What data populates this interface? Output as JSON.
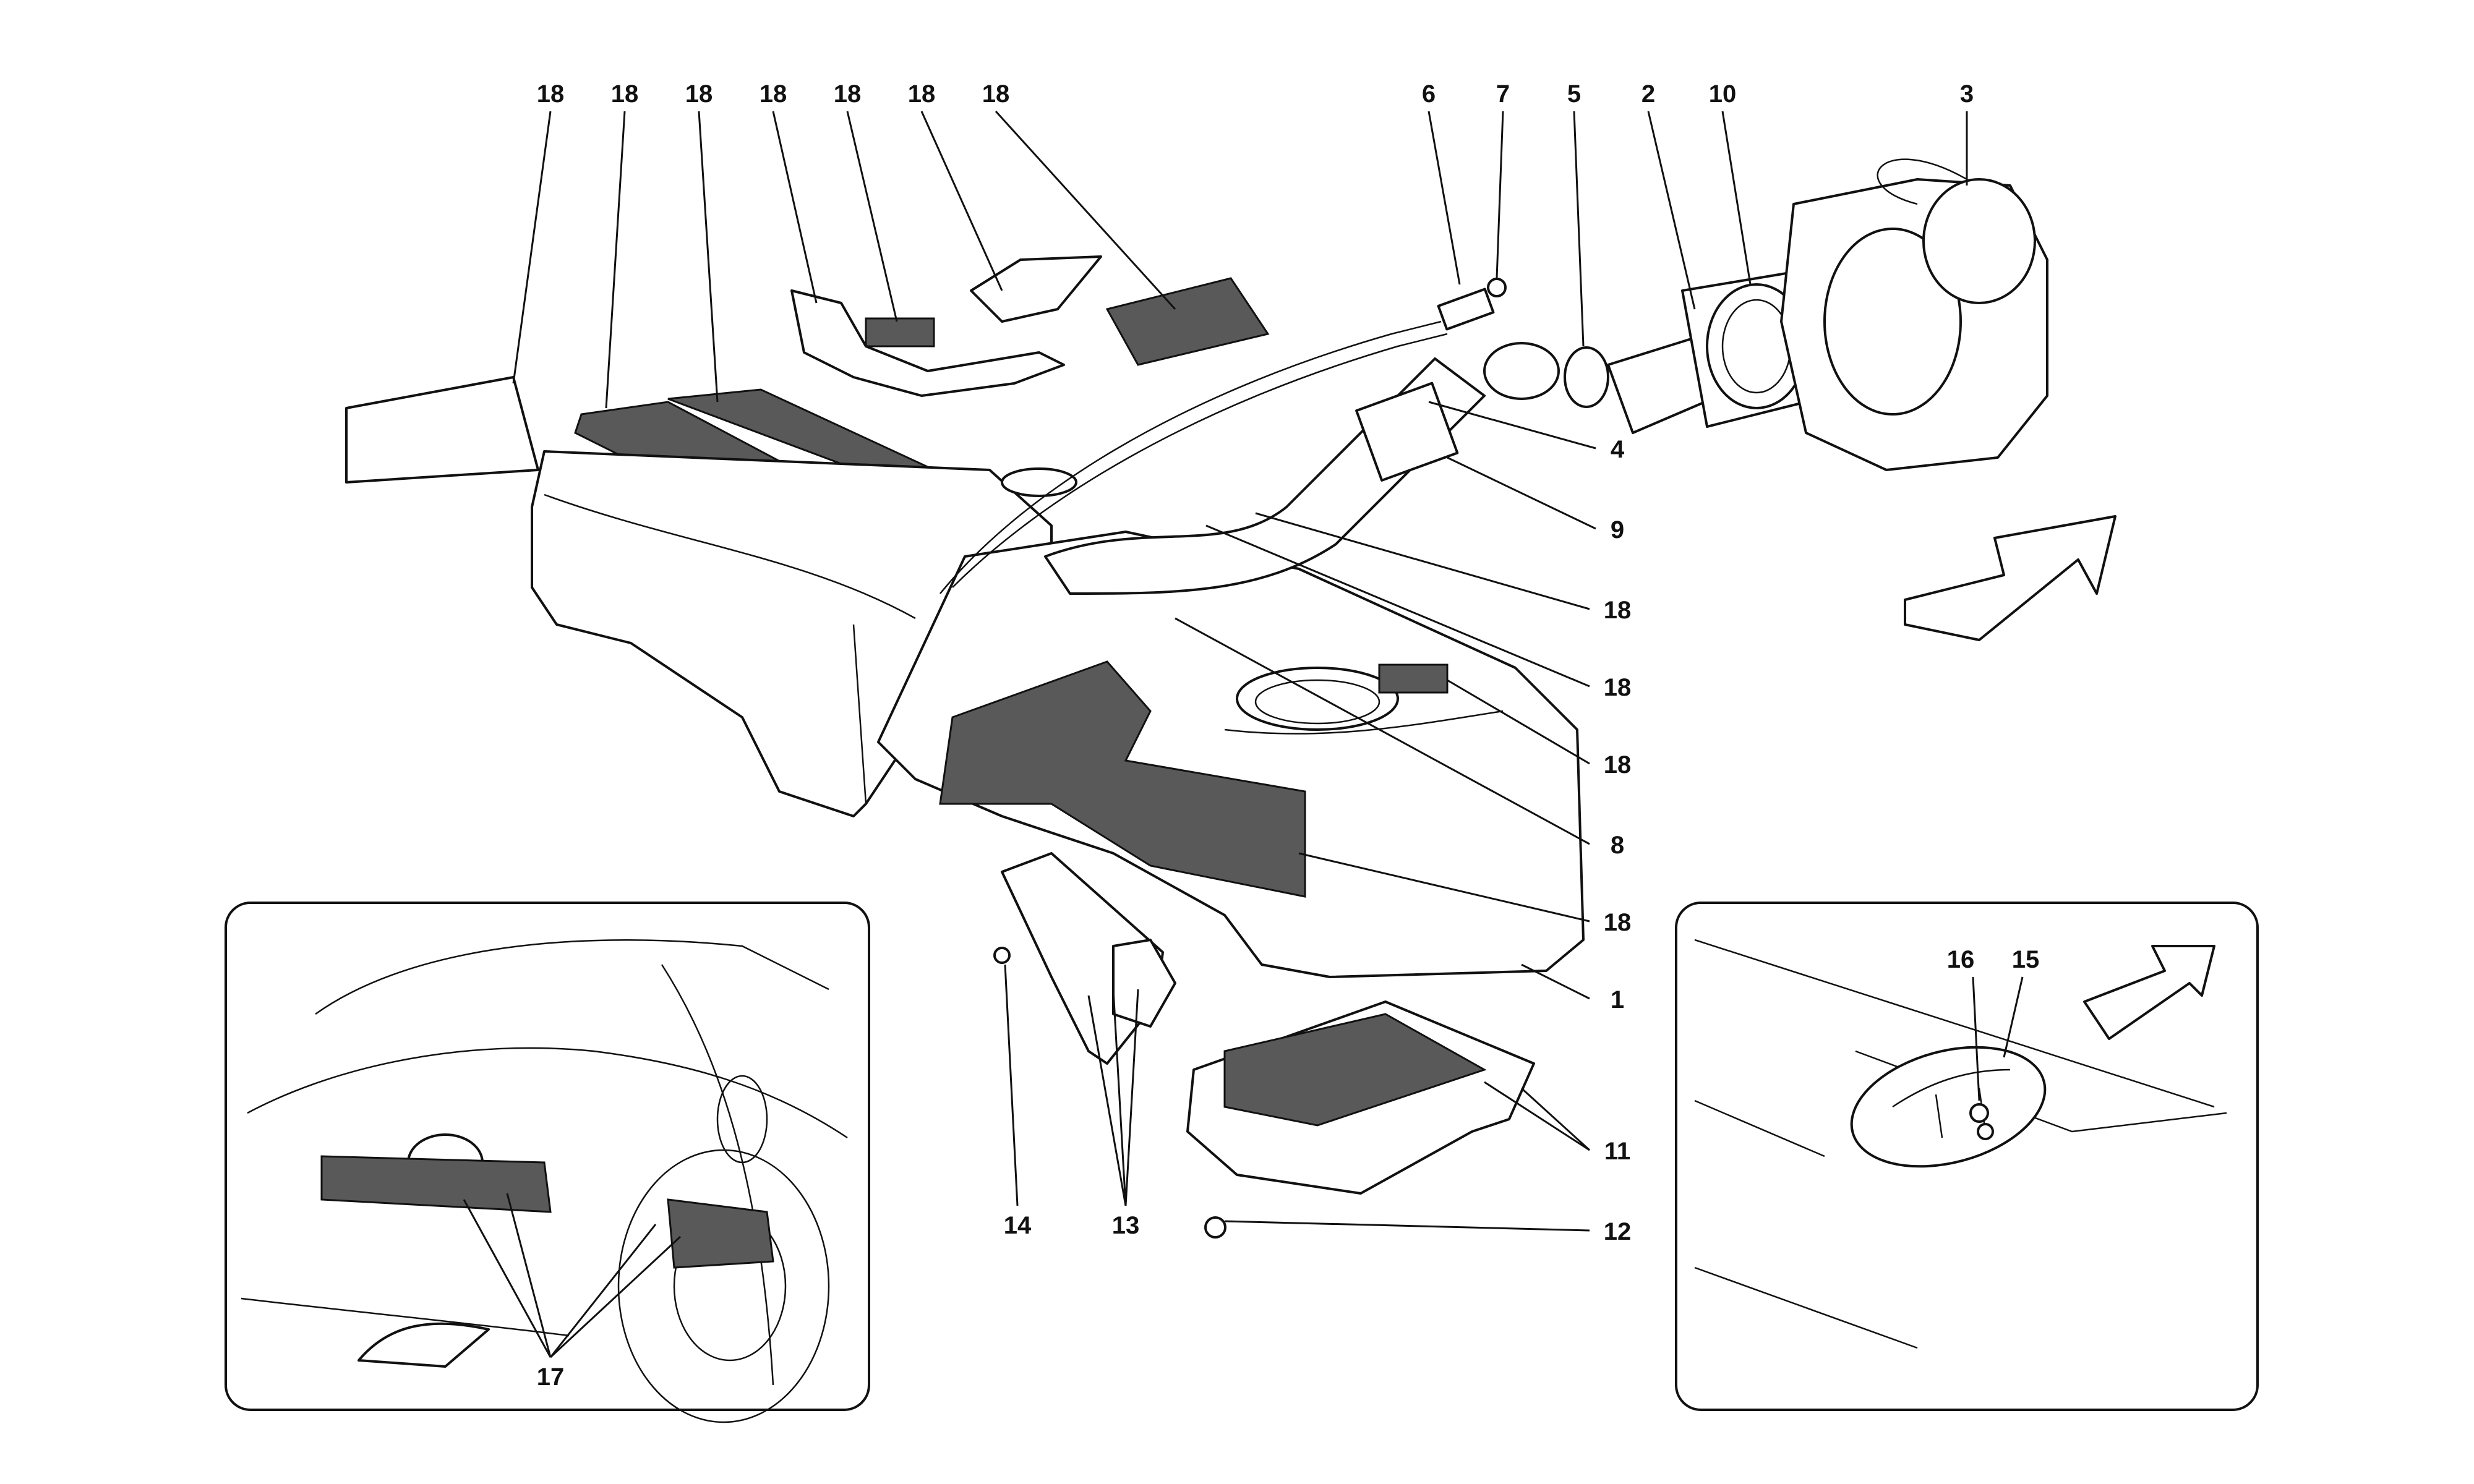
{
  "diagram": {
    "main_callouts": [
      {
        "id": "c18a",
        "text": "18"
      },
      {
        "id": "c18b",
        "text": "18"
      },
      {
        "id": "c18c",
        "text": "18"
      },
      {
        "id": "c18d",
        "text": "18"
      },
      {
        "id": "c18e",
        "text": "18"
      },
      {
        "id": "c18f",
        "text": "18"
      },
      {
        "id": "c18g",
        "text": "18"
      },
      {
        "id": "c6",
        "text": "6"
      },
      {
        "id": "c7",
        "text": "7"
      },
      {
        "id": "c5",
        "text": "5"
      },
      {
        "id": "c2",
        "text": "2"
      },
      {
        "id": "c10",
        "text": "10"
      },
      {
        "id": "c3",
        "text": "3"
      },
      {
        "id": "c4",
        "text": "4"
      },
      {
        "id": "c9",
        "text": "9"
      },
      {
        "id": "c18h",
        "text": "18"
      },
      {
        "id": "c18i",
        "text": "18"
      },
      {
        "id": "c18j",
        "text": "18"
      },
      {
        "id": "c8",
        "text": "8"
      },
      {
        "id": "c18k",
        "text": "18"
      },
      {
        "id": "c1",
        "text": "1"
      },
      {
        "id": "c11",
        "text": "11"
      },
      {
        "id": "c12",
        "text": "12"
      },
      {
        "id": "c14",
        "text": "14"
      },
      {
        "id": "c13",
        "text": "13"
      }
    ],
    "inset_left": {
      "callouts": [
        {
          "id": "c17",
          "text": "17"
        }
      ]
    },
    "inset_right": {
      "callouts": [
        {
          "id": "c16",
          "text": "16"
        },
        {
          "id": "c15",
          "text": "15"
        }
      ]
    },
    "icons": [
      "direction-arrow-icon",
      "direction-arrow-small-icon"
    ]
  }
}
